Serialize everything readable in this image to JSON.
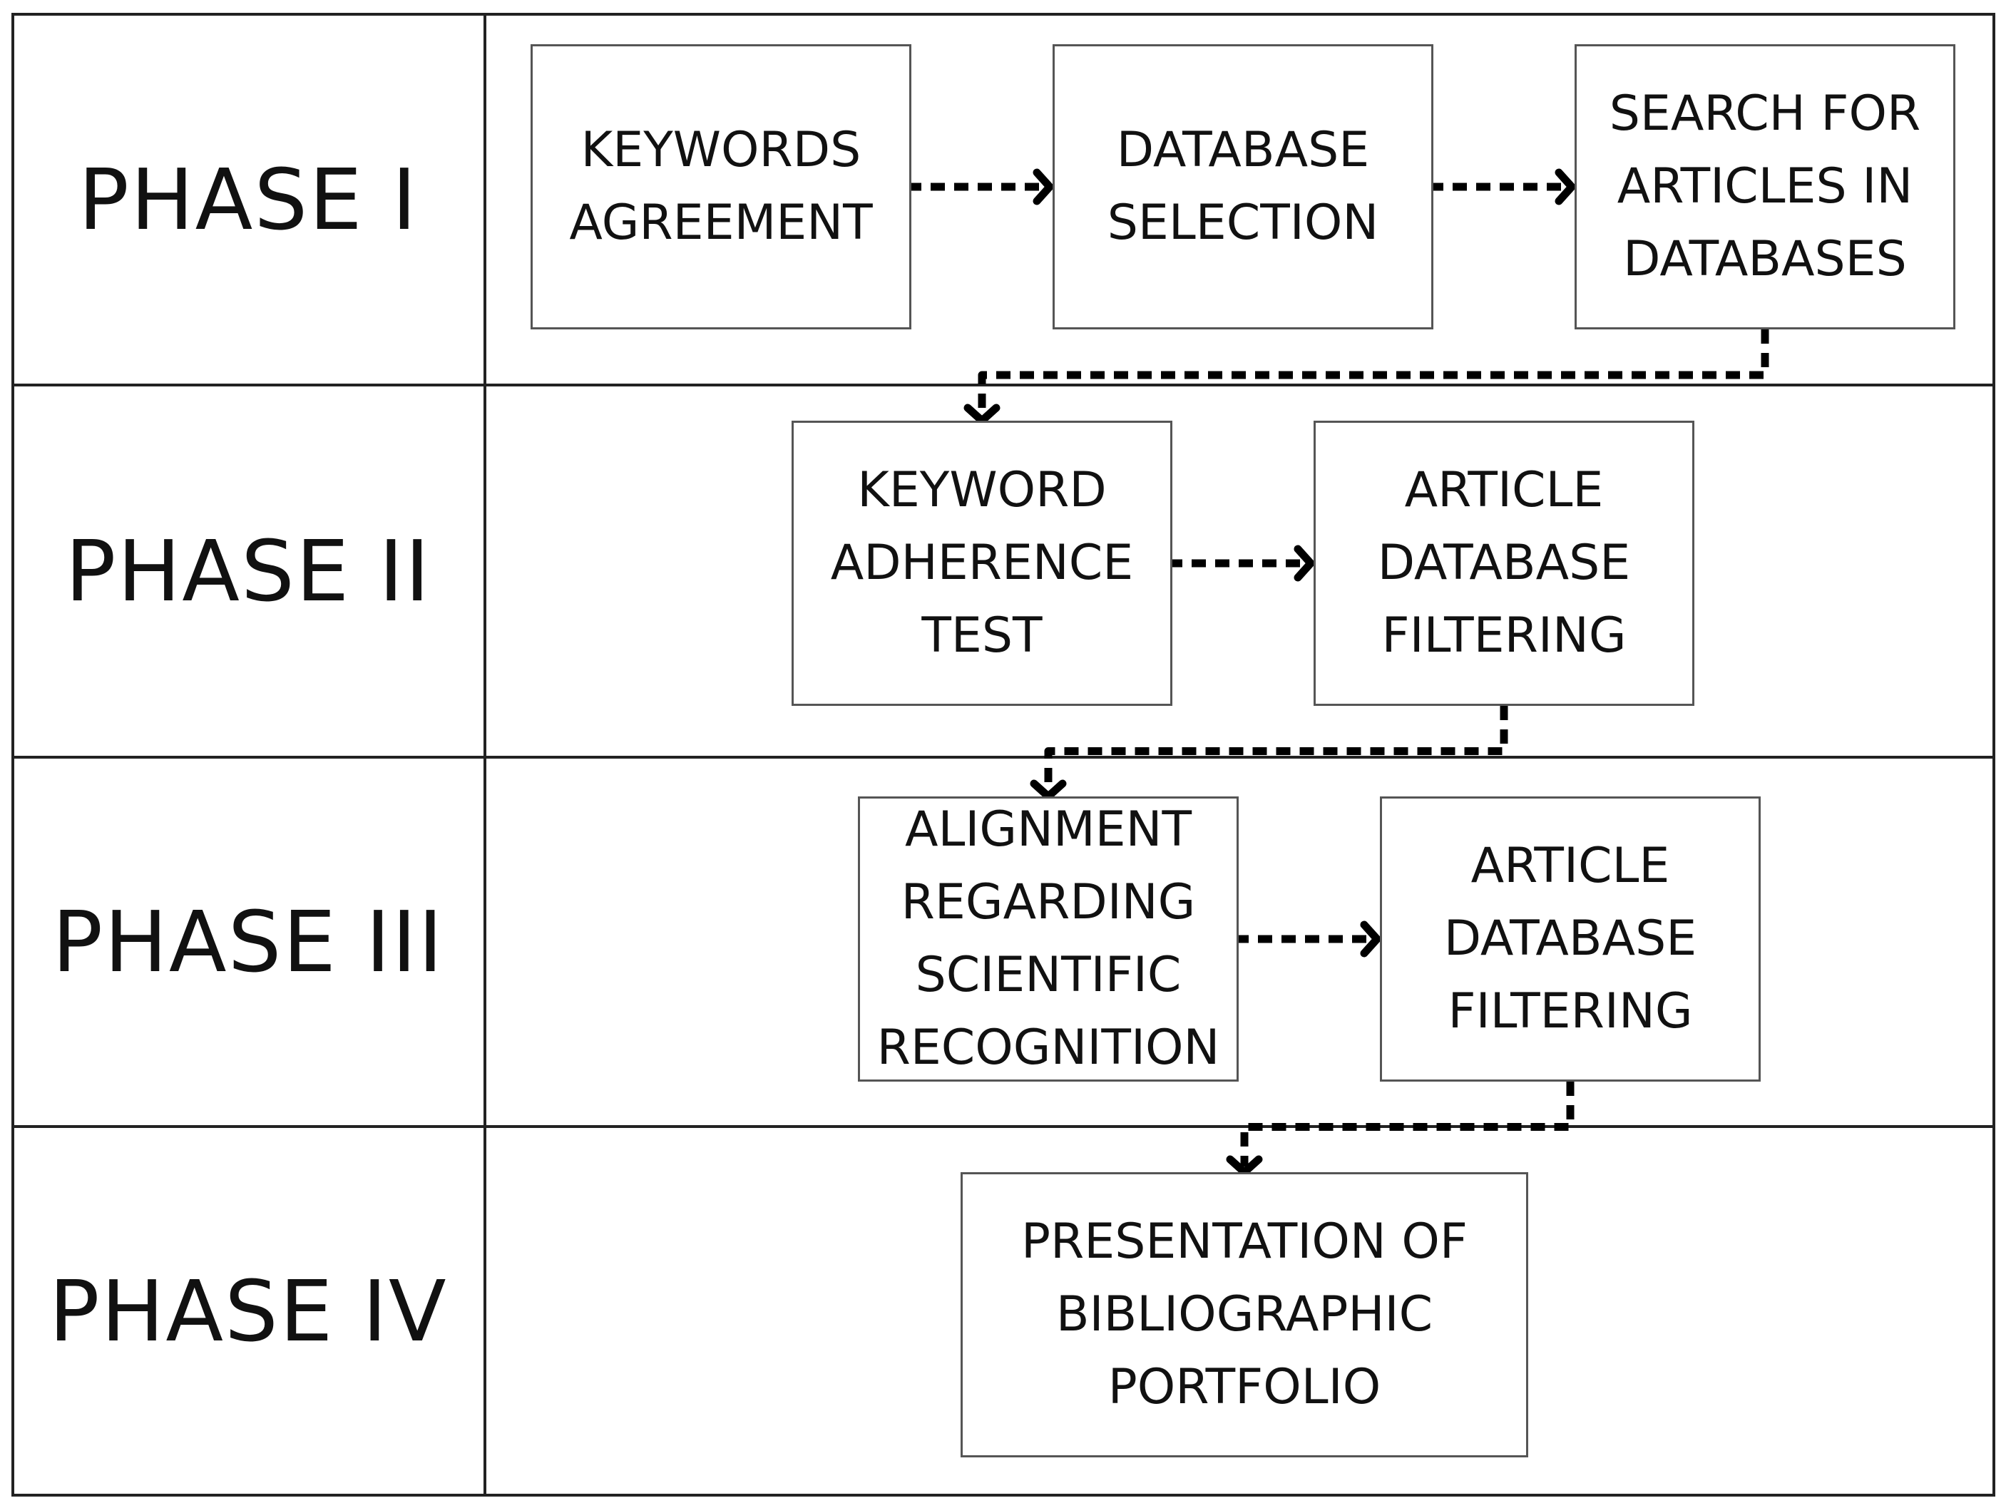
{
  "phases": [
    {
      "label": "PHASE I"
    },
    {
      "label": "PHASE II"
    },
    {
      "label": "PHASE III"
    },
    {
      "label": "PHASE IV"
    }
  ],
  "steps": {
    "keywords_agreement": {
      "lines": [
        "KEYWORDS",
        "AGREEMENT"
      ]
    },
    "database_selection": {
      "lines": [
        "DATABASE",
        "SELECTION"
      ]
    },
    "search_articles": {
      "lines": [
        "SEARCH FOR",
        "ARTICLES IN",
        "DATABASES"
      ]
    },
    "keyword_adherence": {
      "lines": [
        "KEYWORD",
        "ADHERENCE",
        "TEST"
      ]
    },
    "article_filtering_2": {
      "lines": [
        "ARTICLE",
        "DATABASE",
        "FILTERING"
      ]
    },
    "alignment_recognition": {
      "lines": [
        "ALIGNMENT",
        "REGARDING",
        "SCIENTIFIC",
        "RECOGNITION"
      ]
    },
    "article_filtering_3": {
      "lines": [
        "ARTICLE",
        "DATABASE",
        "FILTERING"
      ]
    },
    "presentation_portfolio": {
      "lines": [
        "PRESENTATION OF",
        "BIBLIOGRAPHIC",
        "PORTFOLIO"
      ]
    }
  },
  "connections": [
    {
      "from": "keywords_agreement",
      "to": "database_selection"
    },
    {
      "from": "database_selection",
      "to": "search_articles"
    },
    {
      "from": "search_articles",
      "to": "keyword_adherence"
    },
    {
      "from": "keyword_adherence",
      "to": "article_filtering_2"
    },
    {
      "from": "article_filtering_2",
      "to": "alignment_recognition"
    },
    {
      "from": "alignment_recognition",
      "to": "article_filtering_3"
    },
    {
      "from": "article_filtering_3",
      "to": "presentation_portfolio"
    }
  ],
  "colors": {
    "border": "#222222",
    "box_border": "#555555",
    "arrow": "#000000",
    "text": "#111111"
  }
}
